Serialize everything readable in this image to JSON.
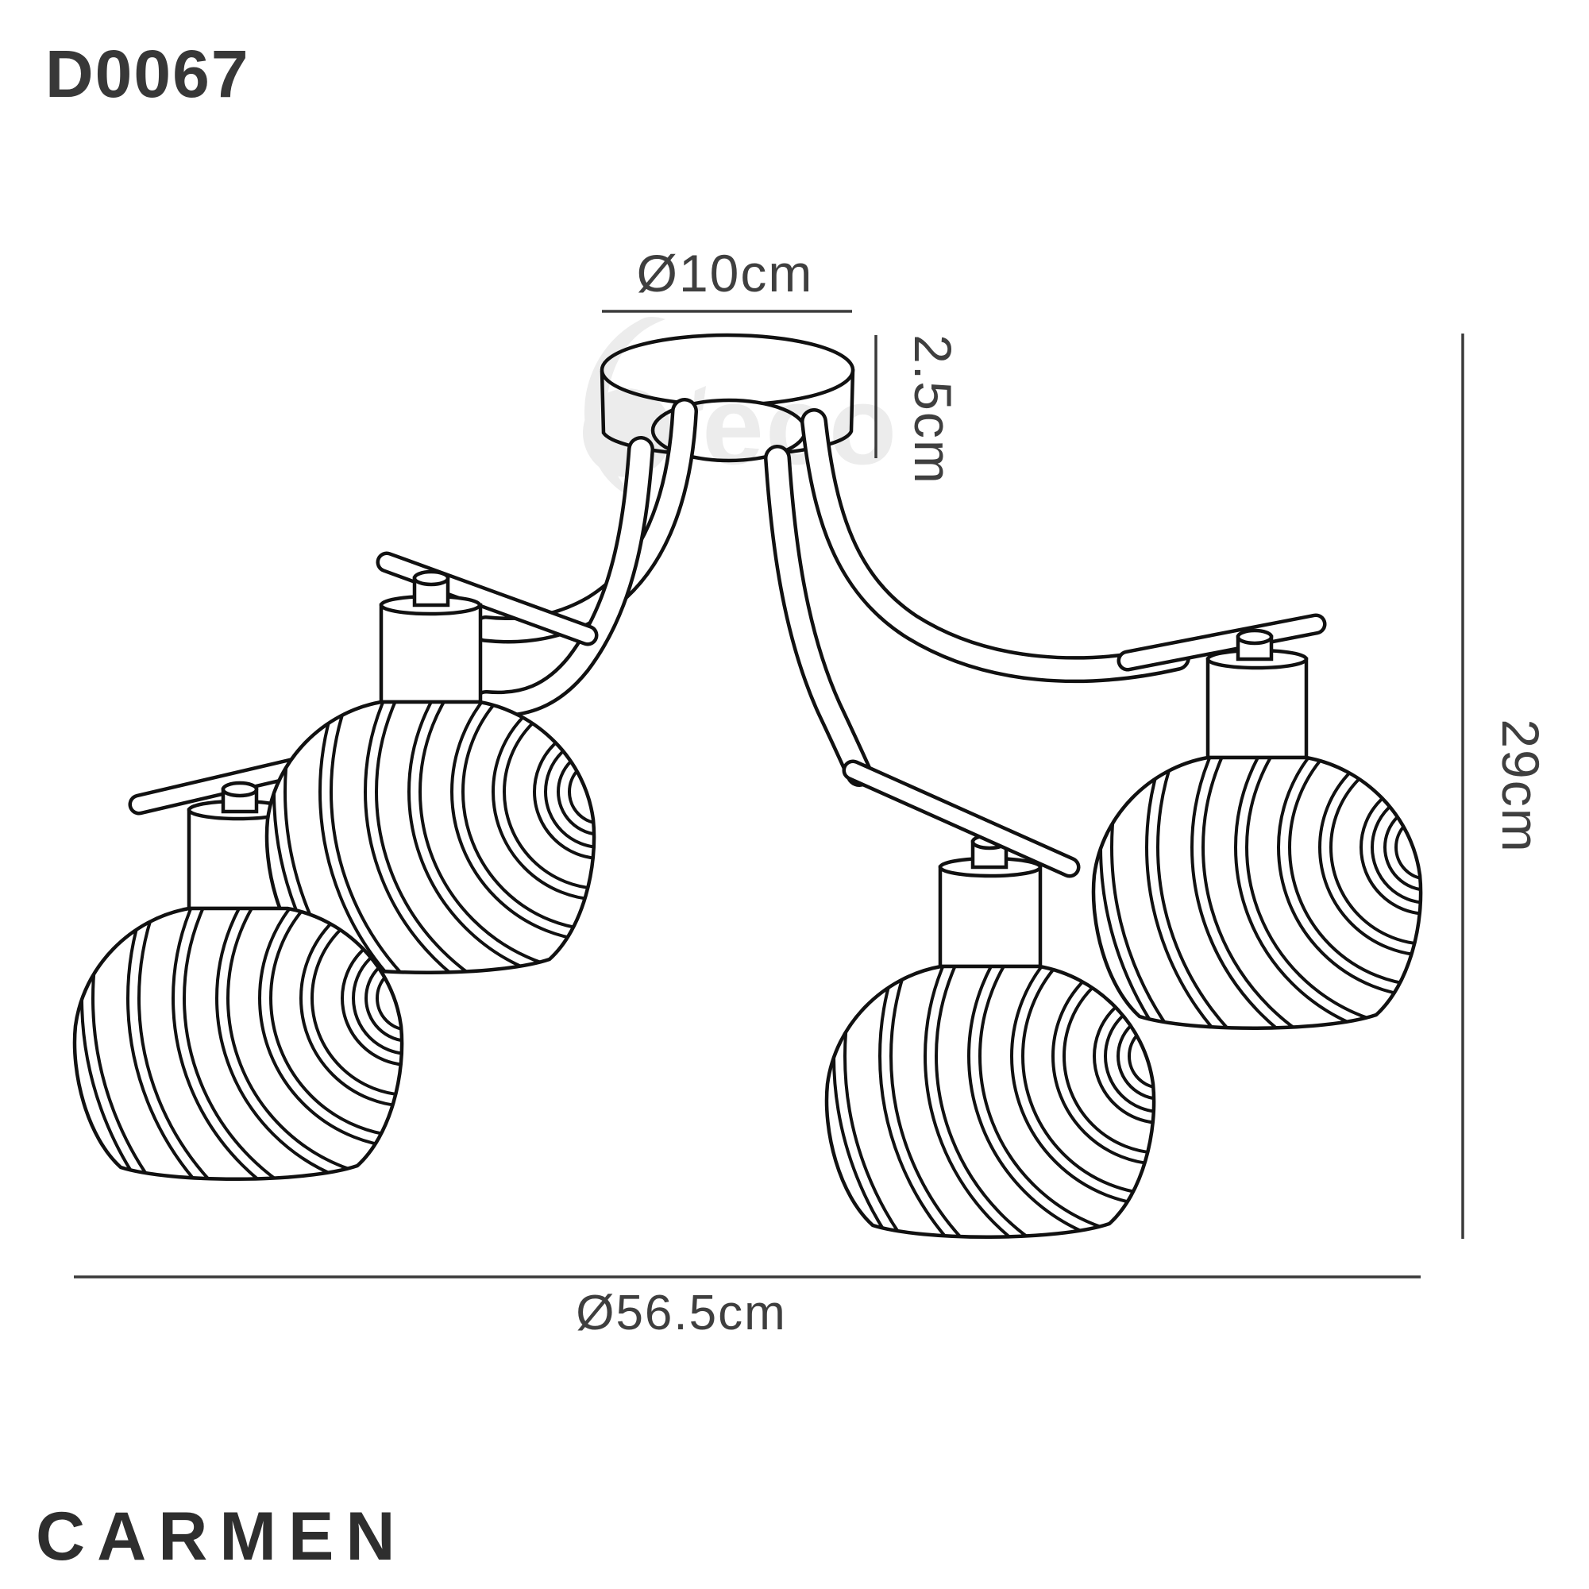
{
  "product": {
    "code": "D0067",
    "name": "CARMEN"
  },
  "watermark": {
    "text": "eco"
  },
  "dimensions": {
    "canopy_diameter": "Ø10cm",
    "canopy_depth": "2.5cm",
    "overall_height": "29cm",
    "overall_diameter": "Ø56.5cm"
  },
  "diagram": {
    "shade_count": 4,
    "colors": {
      "line": "#111111",
      "dimension": "#3a3a3a",
      "label": "#3f3f3f",
      "heading": "#383838",
      "watermark": "#ececec",
      "background": "#ffffff"
    }
  }
}
